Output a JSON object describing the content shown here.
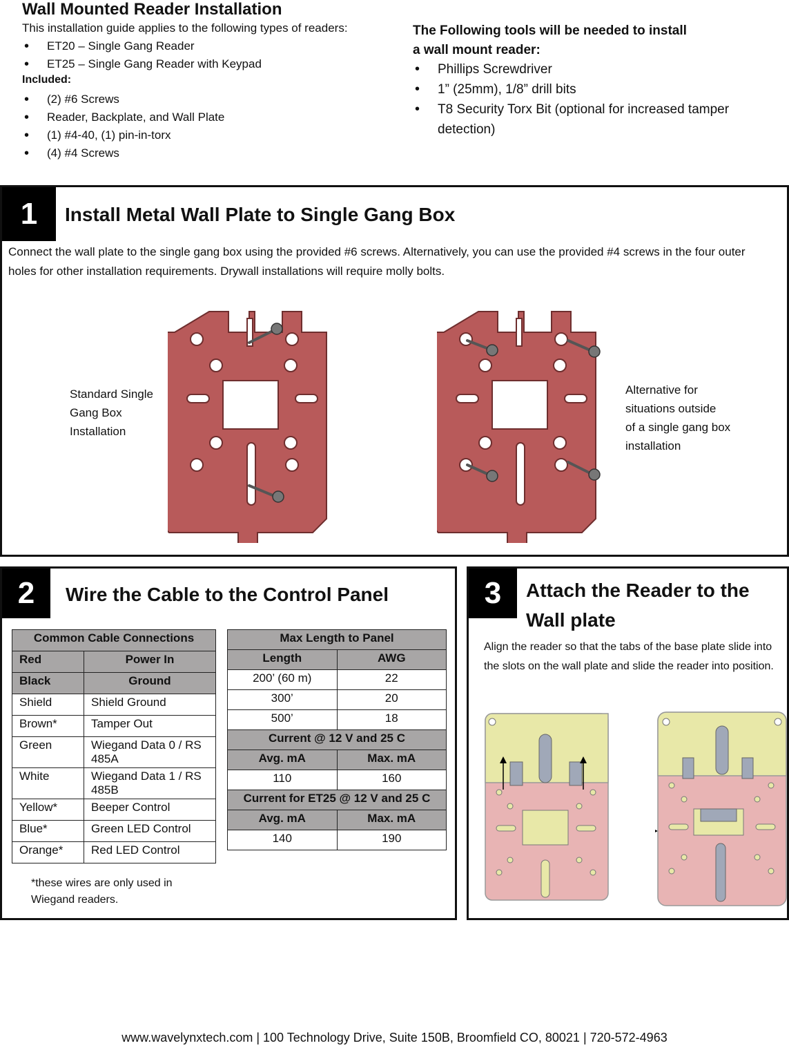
{
  "header": {
    "title": "Wall Mounted Reader Installation",
    "intro": "This installation guide applies to the following types of readers:",
    "readers": [
      "ET20 – Single Gang Reader",
      "ET25 – Single Gang Reader with Keypad"
    ],
    "included_label": "Included:",
    "included": [
      "(2) #6 Screws",
      "Reader, Backplate, and Wall Plate",
      "(1) #4-40, (1) pin-in-torx",
      "(4) #4 Screws"
    ],
    "tools_title_1": "The Following tools will be needed to install",
    "tools_title_2": "a wall mount reader:",
    "tools": [
      "Phillips Screwdriver",
      "1” (25mm), 1/8” drill bits",
      "T8 Security Torx Bit (optional for increased tamper detection)"
    ]
  },
  "step1": {
    "number": "1",
    "title": "Install Metal Wall Plate to Single Gang Box",
    "description": "Connect the wall plate to the single gang box using the provided #6 screws. Alternatively, you can use the provided #4 screws in the four outer holes for other installation requirements. Drywall installations will require molly bolts.",
    "caption_standard": [
      "Standard Single",
      "Gang Box",
      "Installation"
    ],
    "caption_alternative": [
      "Alternative for",
      "situations outside",
      "of a single gang box",
      "installation"
    ]
  },
  "step2": {
    "number": "2",
    "title": "Wire the Cable to the Control Panel",
    "cable_table": {
      "title": "Common Cable Connections",
      "rows": [
        [
          "Red",
          "Power In"
        ],
        [
          "Black",
          "Ground"
        ],
        [
          "Shield",
          "Shield Ground"
        ],
        [
          "Brown*",
          "Tamper Out"
        ],
        [
          "Green",
          "Wiegand Data 0 / RS 485A"
        ],
        [
          "White",
          "Wiegand Data 1 / RS 485B"
        ],
        [
          "Yellow*",
          "Beeper Control"
        ],
        [
          "Blue*",
          "Green LED Control"
        ],
        [
          "Orange*",
          "Red LED Control"
        ]
      ]
    },
    "footnote": "*these wires are only used in Wiegand readers.",
    "length_table": {
      "title": "Max Length to Panel",
      "head": [
        "Length",
        "AWG"
      ],
      "rows": [
        [
          "200’ (60 m)",
          "22"
        ],
        [
          "300’",
          "20"
        ],
        [
          "500’",
          "18"
        ]
      ],
      "current_title": "Current @ 12 V and 25 C",
      "current_head": [
        "Avg. mA",
        "Max. mA"
      ],
      "current_row": [
        "110",
        "160"
      ],
      "current2_title": "Current for ET25 @ 12 V and 25 C",
      "current2_head": [
        "Avg. mA",
        "Max. mA"
      ],
      "current2_row": [
        "140",
        "190"
      ]
    }
  },
  "step3": {
    "number": "3",
    "title_1": "Attach the Reader to the",
    "title_2": "Wall plate",
    "description": "Align the reader so that the tabs of the base plate slide into the slots on the wall plate and slide the reader into position."
  },
  "footer": "www.wavelynxtech.com | 100 Technology Drive, Suite 150B, Broomfield CO, 80021 | 720-572-4963",
  "colors": {
    "plate": "#b85a5a",
    "reader_top": "#e8e8a8",
    "reader_body": "#e8b4b4"
  }
}
